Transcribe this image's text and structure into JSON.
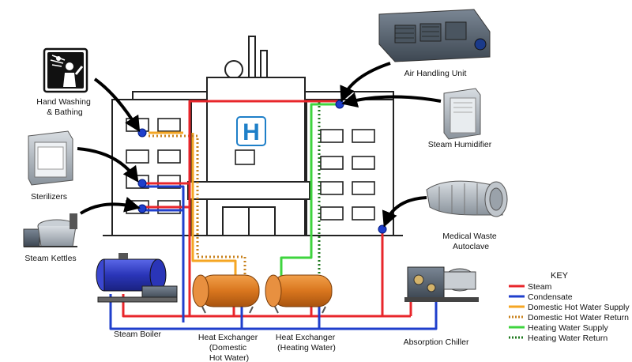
{
  "hospital_sign": "H",
  "labels": {
    "hand_washing": [
      "Hand Washing",
      "& Bathing"
    ],
    "sterilizers": [
      "Sterilizers"
    ],
    "steam_kettles": [
      "Steam Kettles"
    ],
    "air_handling_unit": [
      "Air Handling Unit"
    ],
    "steam_humidifier": [
      "Steam Humidifier"
    ],
    "medical_waste_autoclave": [
      "Medical Waste",
      "Autoclave"
    ],
    "steam_boiler": [
      "Steam Boiler"
    ],
    "heat_exchanger_domestic": [
      "Heat Exchanger",
      "(Domestic",
      "Hot Water)"
    ],
    "heat_exchanger_heating": [
      "Heat Exchanger",
      "(Heating Water)"
    ],
    "absorption_chiller": [
      "Absorption Chiller"
    ]
  },
  "key": {
    "title": "KEY",
    "items": [
      {
        "label": "Steam",
        "color": "#e8262b",
        "style": "solid"
      },
      {
        "label": "Condensate",
        "color": "#1f3fcc",
        "style": "solid"
      },
      {
        "label": "Domestic Hot Water Supply",
        "color": "#f5a623",
        "style": "solid"
      },
      {
        "label": "Domestic Hot Water Return",
        "color": "#c8821c",
        "style": "dotted"
      },
      {
        "label": "Heating Water Supply",
        "color": "#3ed43e",
        "style": "solid"
      },
      {
        "label": "Heating Water Return",
        "color": "#1f7a1f",
        "style": "dotted"
      }
    ]
  }
}
